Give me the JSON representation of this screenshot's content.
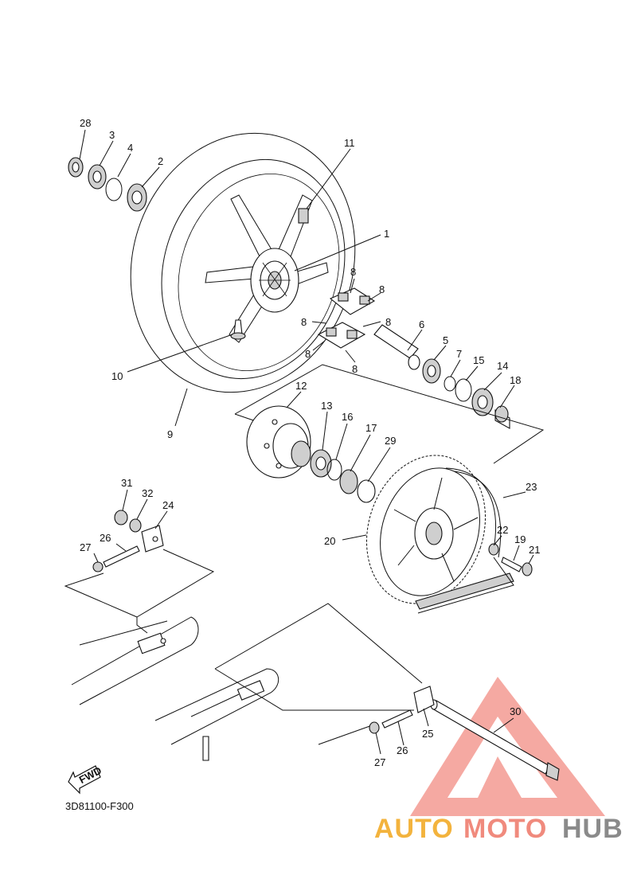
{
  "diagram": {
    "code": "3D81100-F300",
    "fwd_label": "FWD",
    "callouts": [
      {
        "id": "c28",
        "text": "28"
      },
      {
        "id": "c3",
        "text": "3"
      },
      {
        "id": "c4",
        "text": "4"
      },
      {
        "id": "c2",
        "text": "2"
      },
      {
        "id": "c11",
        "text": "11"
      },
      {
        "id": "c1",
        "text": "1"
      },
      {
        "id": "c8a",
        "text": "8"
      },
      {
        "id": "c8b",
        "text": "8"
      },
      {
        "id": "c8c",
        "text": "8"
      },
      {
        "id": "c8d",
        "text": "8"
      },
      {
        "id": "c8e",
        "text": "8"
      },
      {
        "id": "c8f",
        "text": "8"
      },
      {
        "id": "c6",
        "text": "6"
      },
      {
        "id": "c5",
        "text": "5"
      },
      {
        "id": "c7",
        "text": "7"
      },
      {
        "id": "c15",
        "text": "15"
      },
      {
        "id": "c14",
        "text": "14"
      },
      {
        "id": "c18",
        "text": "18"
      },
      {
        "id": "c10",
        "text": "10"
      },
      {
        "id": "c9",
        "text": "9"
      },
      {
        "id": "c12",
        "text": "12"
      },
      {
        "id": "c13",
        "text": "13"
      },
      {
        "id": "c16",
        "text": "16"
      },
      {
        "id": "c17",
        "text": "17"
      },
      {
        "id": "c29",
        "text": "29"
      },
      {
        "id": "c23",
        "text": "23"
      },
      {
        "id": "c20",
        "text": "20"
      },
      {
        "id": "c22",
        "text": "22"
      },
      {
        "id": "c19",
        "text": "19"
      },
      {
        "id": "c21",
        "text": "21"
      },
      {
        "id": "c31",
        "text": "31"
      },
      {
        "id": "c32",
        "text": "32"
      },
      {
        "id": "c24",
        "text": "24"
      },
      {
        "id": "c26a",
        "text": "26"
      },
      {
        "id": "c27a",
        "text": "27"
      },
      {
        "id": "c30",
        "text": "30"
      },
      {
        "id": "c25",
        "text": "25"
      },
      {
        "id": "c26b",
        "text": "26"
      },
      {
        "id": "c27b",
        "text": "27"
      }
    ]
  },
  "watermark": {
    "part1": "AUTO",
    "part2": "MOTO",
    "part3": "HUB",
    "colors": {
      "auto": "#f3b33d",
      "moto": "#f08a7d",
      "hub": "#8a8a8a",
      "triangle": "#f39a92"
    }
  }
}
